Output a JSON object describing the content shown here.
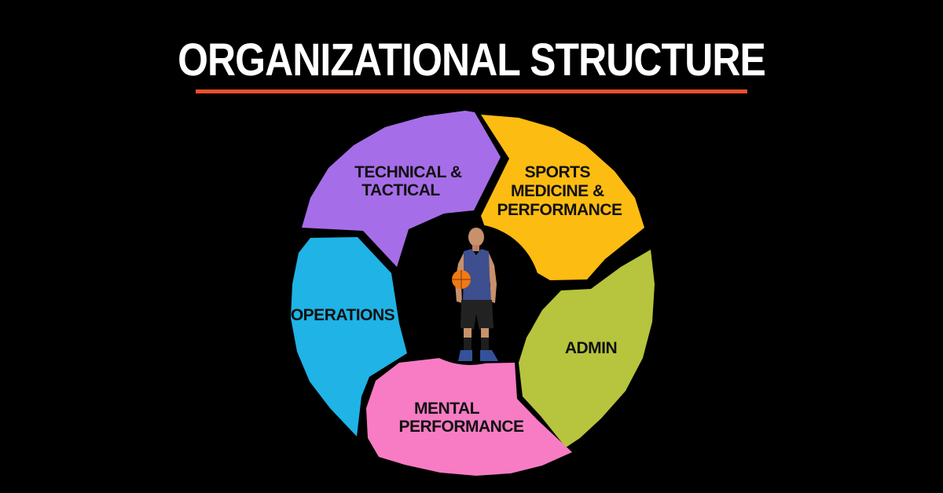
{
  "title": "ORGANIZATIONAL STRUCTURE",
  "colors": {
    "background": "#000000",
    "title_underline": "#e8502a",
    "technical_tactical": "#a66de8",
    "sports_medicine": "#fdbc12",
    "admin": "#b7c43d",
    "mental_performance": "#f77cc4",
    "operations": "#1fb3e6"
  },
  "segments": {
    "technical_tactical": [
      "TECHNICAL &",
      "TACTICAL"
    ],
    "sports_medicine": [
      "SPORTS",
      "MEDICINE &",
      "PERFORMANCE"
    ],
    "admin": [
      "ADMIN"
    ],
    "mental_performance": [
      "MENTAL",
      "PERFORMANCE"
    ],
    "operations": [
      "OPERATIONS"
    ]
  },
  "center_figure": "basketball-player"
}
